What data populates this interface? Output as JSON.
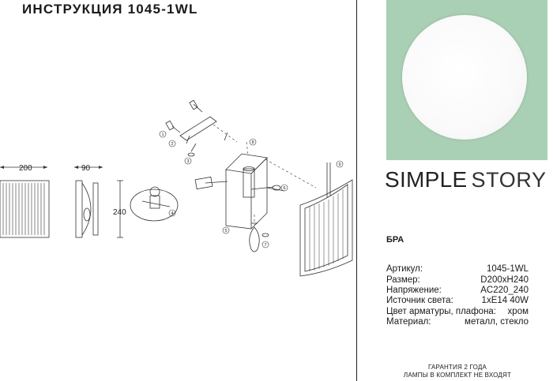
{
  "title": "ИНСТРУКЦИЯ 1045-1WL",
  "brand": {
    "part1": "SIMPLE",
    "part2": "STORY"
  },
  "product_type": "БРА",
  "specs": [
    {
      "label": "Артикул:",
      "value": "1045-1WL"
    },
    {
      "label": "Размер:",
      "value": "D200xH240"
    },
    {
      "label": "Напряжение:",
      "value": "AC220_240"
    },
    {
      "label": "Источник света:",
      "value": "1xE14 40W"
    },
    {
      "label": "Цвет арматуры, плафона:",
      "value": "хром"
    },
    {
      "label": "Материал:",
      "value": "металл, стекло"
    }
  ],
  "footer": {
    "line1": "ГАРАНТИЯ 2 ГОДА",
    "line2": "ЛАМПЫ В КОМПЛЕКТ НЕ ВХОДЯТ"
  },
  "dimensions": {
    "width": "200",
    "depth": "90",
    "height": "240"
  },
  "callouts": [
    "1",
    "2",
    "3",
    "4",
    "5",
    "6",
    "7",
    "8",
    "9"
  ],
  "colors": {
    "hero_background": "#a9cfb4",
    "text": "#1a1a1a"
  }
}
